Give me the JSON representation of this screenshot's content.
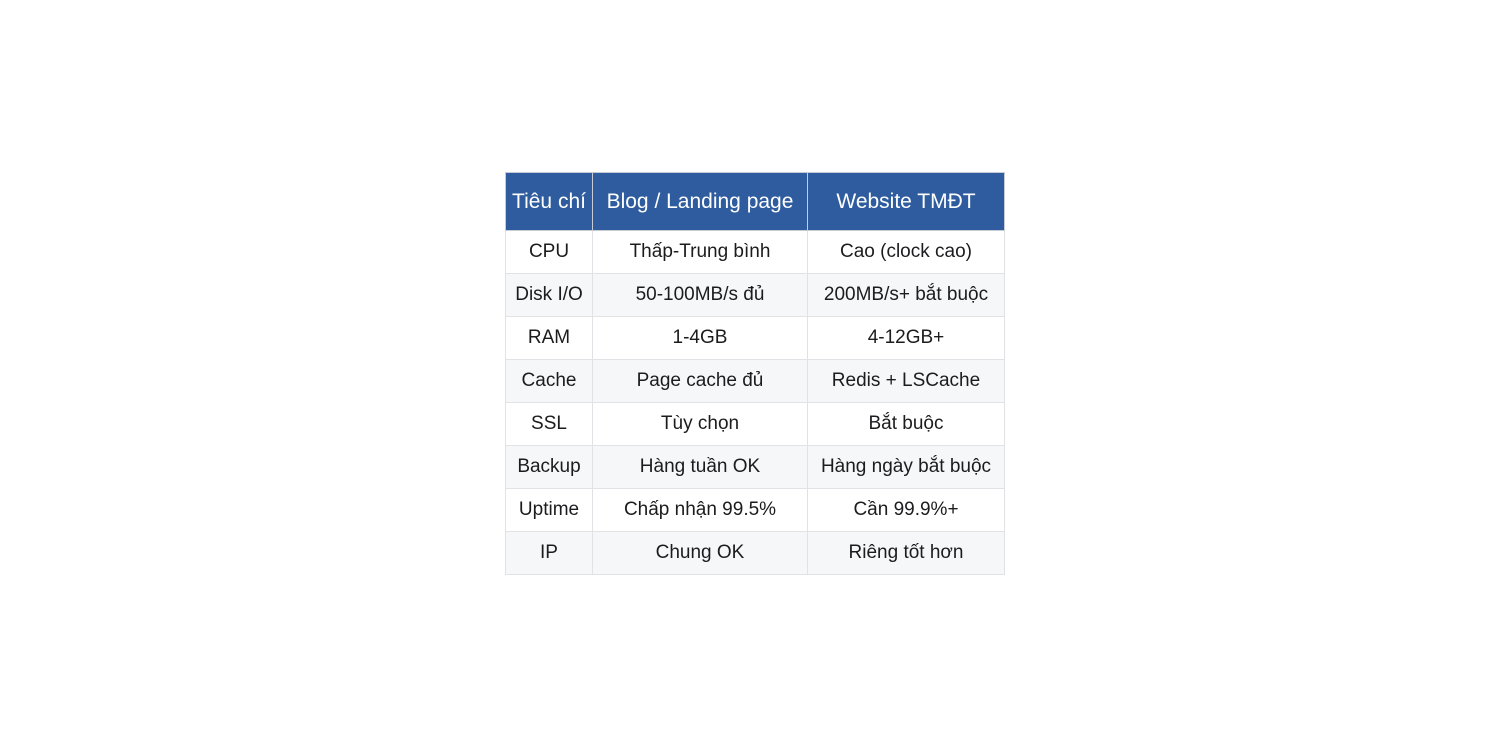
{
  "table": {
    "columns": [
      "Tiêu chí",
      "Blog / Landing page",
      "Website TMĐT"
    ],
    "rows": [
      [
        "CPU",
        "Thấp-Trung bình",
        "Cao (clock cao)"
      ],
      [
        "Disk I/O",
        "50-100MB/s đủ",
        "200MB/s+ bắt buộc"
      ],
      [
        "RAM",
        "1-4GB",
        "4-12GB+"
      ],
      [
        "Cache",
        "Page cache đủ",
        "Redis + LSCache"
      ],
      [
        "SSL",
        "Tùy chọn",
        "Bắt buộc"
      ],
      [
        "Backup",
        "Hàng tuần OK",
        "Hàng ngày bắt buộc"
      ],
      [
        "Uptime",
        "Chấp nhận 99.5%",
        "Cần 99.9%+"
      ],
      [
        "IP",
        "Chung OK",
        "Riêng tốt hơn"
      ]
    ],
    "colors": {
      "header_bg": "#2e5c9e",
      "header_text": "#ffffff",
      "row_alt_bg": "#f6f7f9",
      "border": "#e0e2e6",
      "body_text": "#1c1c1e"
    }
  }
}
